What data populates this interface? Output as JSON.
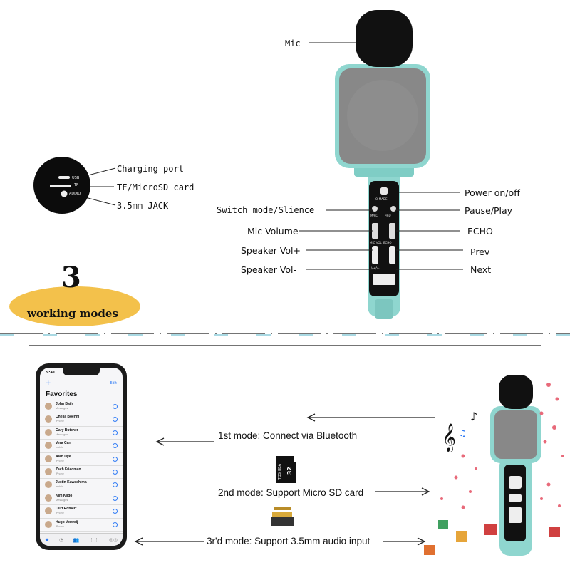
{
  "diagram": {
    "labels": {
      "mic": "Mic",
      "charging_port": "Charging port",
      "tf_card": "TF/MicroSD card",
      "jack": "3.5mm JACK",
      "power": "Power on/off",
      "switch_mode": "Switch mode/Slience",
      "pause_play": "Pause/Play",
      "mic_volume": "Mic Volume",
      "echo": "ECHO",
      "speaker_vol_up": "Speaker Vol+",
      "prev": "Prev",
      "speaker_vol_down": "Speaker Vol-",
      "next": "Next"
    },
    "port_panel": {
      "usb": "USB",
      "tf": "TF",
      "audio": "AUDIO"
    },
    "device_buttons": {
      "power": "O-MADE",
      "mic_vol": "MIC VOL",
      "echo": "ECHO",
      "mic_row": "M/RC",
      "pause": "P&D",
      "vol": "V+/V-"
    },
    "badge": {
      "number": "3",
      "text": "working modes"
    }
  },
  "modes": [
    {
      "text": "1st mode: Connect via Bluetooth"
    },
    {
      "text": "2nd mode: Support Micro SD card"
    },
    {
      "text": "3r'd mode: Support 3.5mm audio input"
    }
  ],
  "sd_card": {
    "brand": "TOSHIBA",
    "capacity": "32"
  },
  "phone": {
    "time": "9:41",
    "edit": "Edit",
    "title": "Favorites",
    "contacts": [
      {
        "name": "John Baily",
        "sub": "Messages"
      },
      {
        "name": "Cheila Boehm",
        "sub": "iPhone"
      },
      {
        "name": "Gary Butcher",
        "sub": "Messages"
      },
      {
        "name": "Vera Carr",
        "sub": "mobile"
      },
      {
        "name": "Alan Dye",
        "sub": "iPhone"
      },
      {
        "name": "Zach Friedman",
        "sub": "iPhone"
      },
      {
        "name": "Justin Kawashima",
        "sub": "mobile"
      },
      {
        "name": "Kim Kilgo",
        "sub": "Messages"
      },
      {
        "name": "Curt Rothert",
        "sub": "iPhone"
      },
      {
        "name": "Hugo Verweij",
        "sub": "iPhone"
      }
    ]
  },
  "colors": {
    "device_body": "#8fd6cf",
    "grille": "#8a8a8a",
    "mic_foam": "#111111",
    "badge_yellow": "#f3c14b",
    "accent_blue": "#2f7bf5",
    "divider_cyan": "#a9d9e3"
  }
}
